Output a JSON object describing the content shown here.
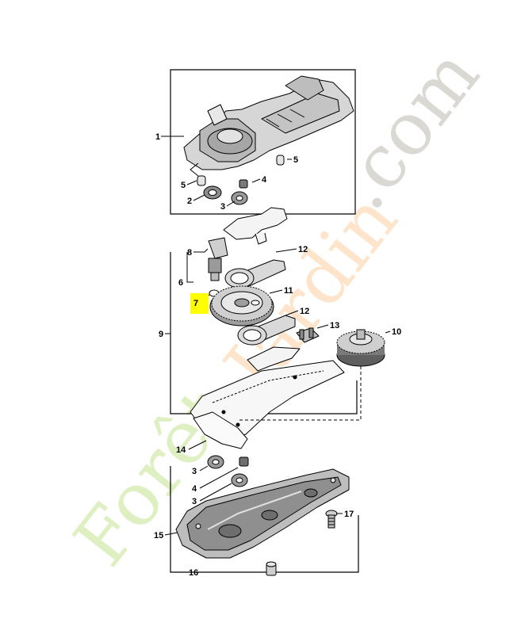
{
  "diagram": {
    "callouts": [
      {
        "id": "c1",
        "label": "1"
      },
      {
        "id": "c5a",
        "label": "5"
      },
      {
        "id": "c5b",
        "label": "5"
      },
      {
        "id": "c4a",
        "label": "4"
      },
      {
        "id": "c2",
        "label": "2"
      },
      {
        "id": "c3a",
        "label": "3"
      },
      {
        "id": "c8",
        "label": "8"
      },
      {
        "id": "c12a",
        "label": "12"
      },
      {
        "id": "c6",
        "label": "6"
      },
      {
        "id": "c11",
        "label": "11"
      },
      {
        "id": "c7",
        "label": "7"
      },
      {
        "id": "c12b",
        "label": "12"
      },
      {
        "id": "c9",
        "label": "9"
      },
      {
        "id": "c13",
        "label": "13"
      },
      {
        "id": "c10",
        "label": "10"
      },
      {
        "id": "c14",
        "label": "14"
      },
      {
        "id": "c3b",
        "label": "3"
      },
      {
        "id": "c4b",
        "label": "4"
      },
      {
        "id": "c3c",
        "label": "3"
      },
      {
        "id": "c17",
        "label": "17"
      },
      {
        "id": "c15",
        "label": "15"
      },
      {
        "id": "c16",
        "label": "16"
      }
    ],
    "highlight_label": "7",
    "highlight_color": "#ffff00",
    "line_color": "#000000"
  },
  "watermark": {
    "text_a": "Forêt",
    "text_b": "Jardin",
    "text_c": ".com",
    "color_a": "#d8ecb8",
    "color_b": "#fde0c2",
    "color_c": "#d3d1cc"
  }
}
